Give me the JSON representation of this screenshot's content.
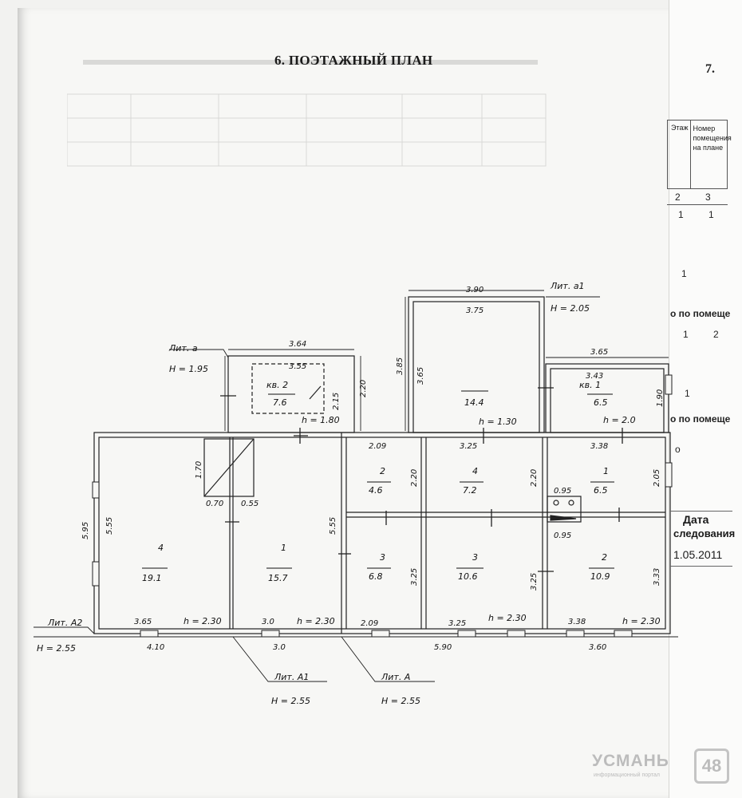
{
  "page": {
    "title": "6. ПОЭТАЖНЫЙ ПЛАН",
    "next_section": "7."
  },
  "literas": {
    "lit_a": {
      "name": "Лит. а",
      "h": "Н = 1.95"
    },
    "lit_a1_small": {
      "name": "Лит. а1",
      "h": "Н = 2.05"
    },
    "lit_A2": {
      "name": "Лит. А2",
      "h": "Н = 2.55"
    },
    "lit_A1": {
      "name": "Лит. А1",
      "h": "Н = 2.55"
    },
    "lit_A": {
      "name": "Лит. А",
      "h": "Н = 2.55"
    }
  },
  "apartments": {
    "kv2": {
      "label": "кв. 2",
      "area": "7.6"
    },
    "kv1": {
      "label": "кв. 1",
      "area": "6.5"
    }
  },
  "rooms": [
    {
      "num": "4",
      "area": "19.1"
    },
    {
      "num": "1",
      "area": "15.7"
    },
    {
      "num": "2",
      "area": "4.6"
    },
    {
      "num": "4",
      "area": "7.2"
    },
    {
      "num": "1",
      "area": "6.5"
    },
    {
      "num": "3",
      "area": "6.8"
    },
    {
      "num": "3",
      "area": "10.6"
    },
    {
      "num": "2",
      "area": "10.9"
    },
    {
      "num": "",
      "area": "14.4"
    }
  ],
  "heights": {
    "h180": "h = 1.80",
    "h130": "h = 1.30",
    "h20": "h = 2.0",
    "h230a": "h = 2.30",
    "h230b": "h = 2.30",
    "h230c": "h = 2.30",
    "h230d": "h = 2.30"
  },
  "dims": {
    "d364": "3.64",
    "d355": "3.55",
    "d390": "3.90",
    "d375": "3.75",
    "d365top": "3.65",
    "d343": "3.43",
    "d385": "3.85",
    "d365v": "3.65",
    "d215": "2.15",
    "d220a": "2.20",
    "d190": "1.90",
    "d170": "1.70",
    "d070": "0.70",
    "d055": "0.55",
    "d209top": "2.09",
    "d325top": "3.25",
    "d338top": "3.38",
    "d220b": "2.20",
    "d220c": "2.20",
    "d205": "2.05",
    "d095a": "0.95",
    "d095b": "0.95",
    "d595": "5.95",
    "d555a": "5.55",
    "d555b": "5.55",
    "d325v": "3.25",
    "d325w": "3.25",
    "d333": "3.33",
    "d365bot": "3.65",
    "d30bot": "3.0",
    "d209bot": "2.09",
    "d325bot": "3.25",
    "d338bot": "3.38",
    "d410": "4.10",
    "d30out": "3.0",
    "d590": "5.90",
    "d360": "3.60"
  },
  "side": {
    "col_floor": "Этаж",
    "col_room": "Номер помещения на плане",
    "num2": "2",
    "num3": "3",
    "val1": "1",
    "val2": "1",
    "val3": "1",
    "text_pomesh1": "о по помеще",
    "text_1": "1",
    "text_2": "2",
    "val4": "1",
    "text_pomesh2": "о по помеще",
    "text_o": "о",
    "date_label": "Дата",
    "date_label2": "следования",
    "date_value": "1.05.2011"
  },
  "logo": {
    "name": "УСМАНЬ",
    "sub": "информационный портал",
    "number": "48"
  }
}
